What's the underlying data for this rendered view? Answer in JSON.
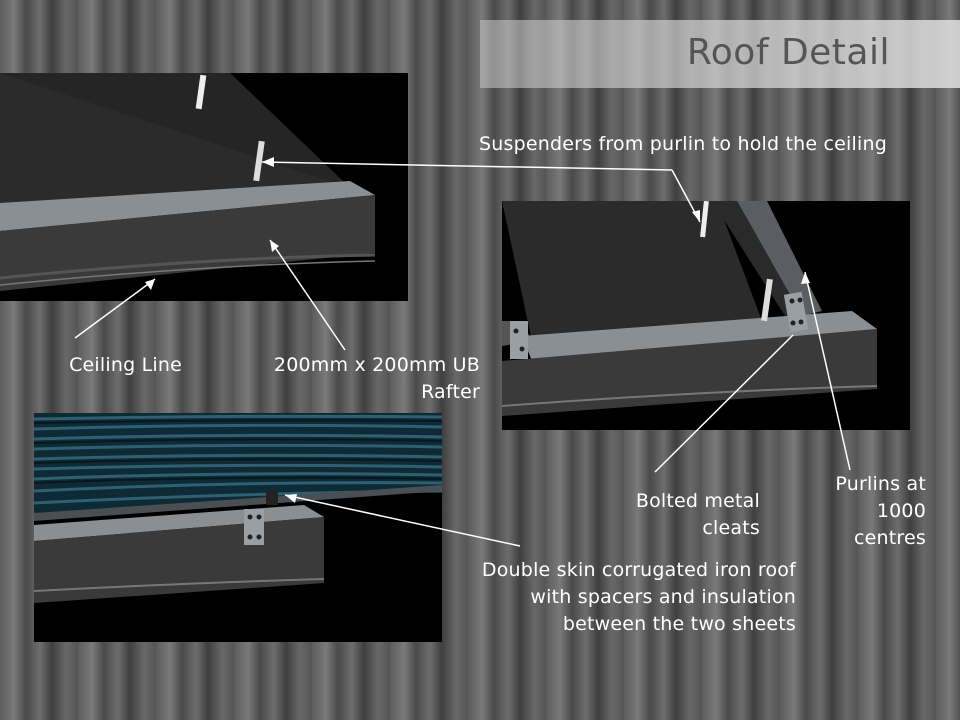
{
  "slide": {
    "title": "Roof Detail"
  },
  "annotations": {
    "suspenders": "Suspenders from purlin to hold the ceiling",
    "ceiling_line": "Ceiling Line",
    "rafter": "200mm x 200mm UB Rafter",
    "purlins": "Purlins at 1000 centres",
    "cleats": "Bolted metal cleats",
    "roof": "Double skin corrugated iron roof with spacers and insulation between the two sheets"
  },
  "colors": {
    "label_text": "#ffffff",
    "title_text": "#555555",
    "steel": "#3a3a3a",
    "steel_highlight": "#8a8f94",
    "corrugated": "#0e2a35"
  }
}
